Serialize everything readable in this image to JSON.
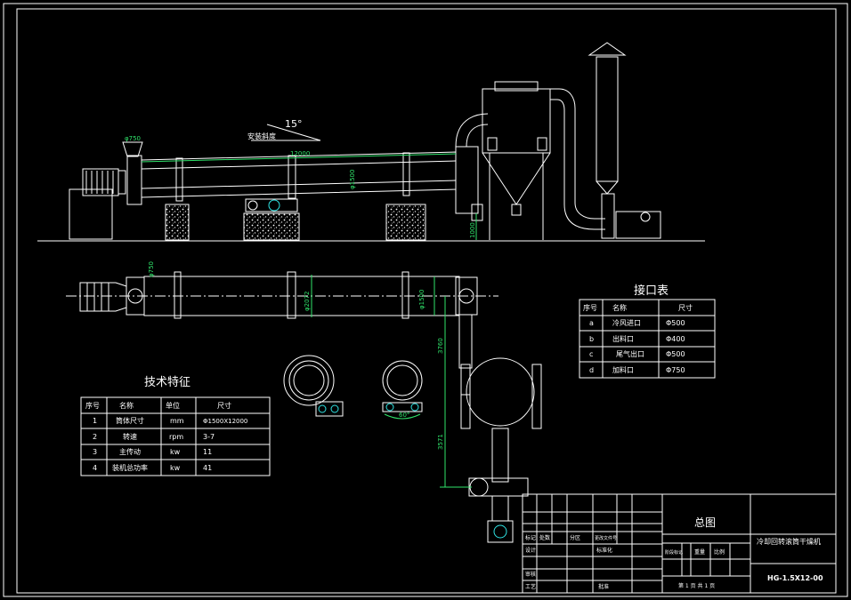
{
  "drawing": {
    "angle_label": "15°",
    "slope_label": "安装斜度",
    "dims": {
      "feed_dia_top": "φ750",
      "length": "12000",
      "drum_dia_top": "φ1500",
      "height_1000": "1000",
      "feed_dia_plan": "φ750",
      "flange_dia": "φ2072",
      "drum_dia_plan": "φ1500",
      "height_3760": "3760",
      "height_3571": "3571",
      "support_angle": "60°"
    }
  },
  "tech_table": {
    "title": "技术特征",
    "headers": [
      "序号",
      "名称",
      "单位",
      "尺寸"
    ],
    "rows": [
      [
        "1",
        "筒体尺寸",
        "mm",
        "Φ1500X12000"
      ],
      [
        "2",
        "转速",
        "rpm",
        "3-7"
      ],
      [
        "3",
        "主传动",
        "kw",
        "11"
      ],
      [
        "4",
        "装机总功率",
        "kw",
        "41"
      ]
    ]
  },
  "port_table": {
    "title": "接口表",
    "headers": [
      "序号",
      "名称",
      "尺寸"
    ],
    "rows": [
      [
        "a",
        "冷风进口",
        "Φ500"
      ],
      [
        "b",
        "出料口",
        "Φ400"
      ],
      [
        "c",
        "尾气出口",
        "Φ500"
      ],
      [
        "d",
        "加料口",
        "Φ750"
      ]
    ]
  },
  "title_block": {
    "drawing_title": "总图",
    "product_name": "冷却回转滚筒干燥机",
    "drawing_no": "HG-1.5X12-00",
    "sheet_info": "第 1 页  共 1 页",
    "cells": {
      "biaoji": "标记",
      "chushu": "处数",
      "fenqu": "分区",
      "gengaiwenjian": "更改文件号",
      "sheji": "设计",
      "biaozhunhua": "标准化",
      "shenhe": "审核",
      "gongyi": "工艺",
      "pizhun": "批准",
      "jieduan": "阶段标记",
      "zhongliang": "重量",
      "bili": "比例"
    }
  }
}
